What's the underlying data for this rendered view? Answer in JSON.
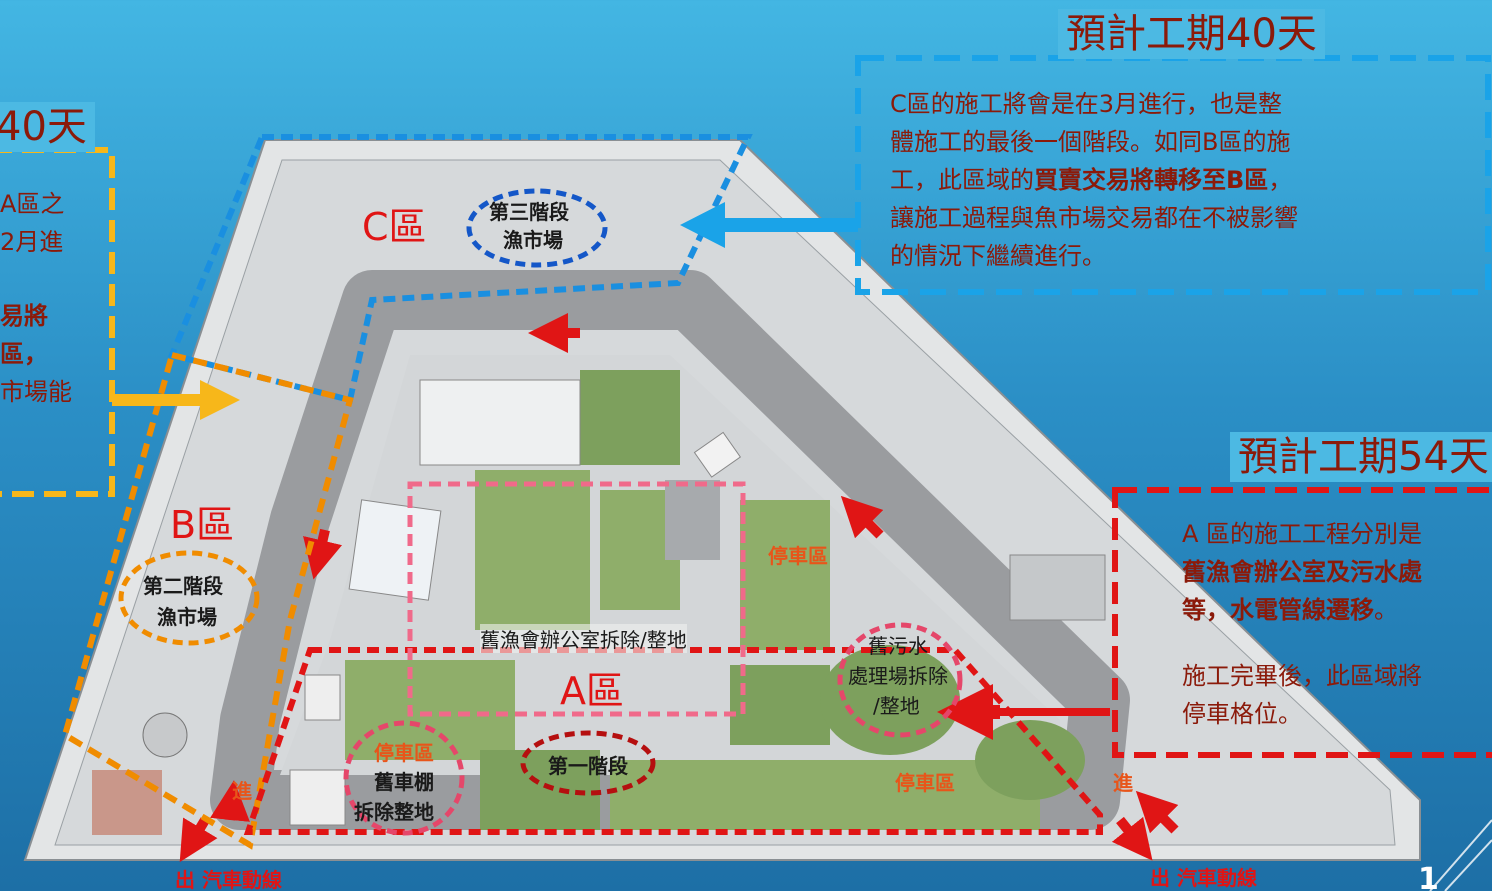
{
  "plan": {
    "zone_c": {
      "label": "C區",
      "stage_line1": "第三階段",
      "stage_line2": "漁市場"
    },
    "zone_b": {
      "label": "B區",
      "stage_line1": "第二階段",
      "stage_line2": "漁市場"
    },
    "zone_a": {
      "label": "A區",
      "stage": "第一階段"
    },
    "parking_1": "停車區",
    "parking_2": "停車區",
    "parking_3": "停車區",
    "shed_line1": "舊車棚",
    "shed_line2": "拆除整地",
    "office_demo": "舊漁會辦公室拆除/整地",
    "sewage_line1": "舊污水",
    "sewage_line2": "處理場拆除",
    "sewage_line3": "/整地",
    "enter_left": "進",
    "enter_right": "進",
    "exit_left": "出 汽車動線",
    "exit_right": "出 汽車動線"
  },
  "box_c": {
    "title": "預計工期40天",
    "line1": "C區的施工將會是在3月進行，也是整",
    "line2": "體施工的最後一個階段。如同B區的施",
    "line3_a": "工，此區域的",
    "line3_bold": "買賣交易將轉移至B區",
    "line3_b": "，",
    "line4": "讓施工過程與魚市場交易都在不被影響",
    "line5": "的情況下繼續進行。"
  },
  "box_b": {
    "title": "40天",
    "line1": "A區之",
    "line2": "2月進",
    "line3": "易將",
    "line4": "區，",
    "line5": "市場能"
  },
  "box_a": {
    "title": "預計工期54天",
    "line1": "A 區的施工工程分別是",
    "line2": "舊漁會辦公室及污水處",
    "line3": "等，水電管線遷移",
    "line3_end": "。",
    "line4": "施工完畢後，此區域將",
    "line5": "停車格位。"
  },
  "page_number": "1"
}
